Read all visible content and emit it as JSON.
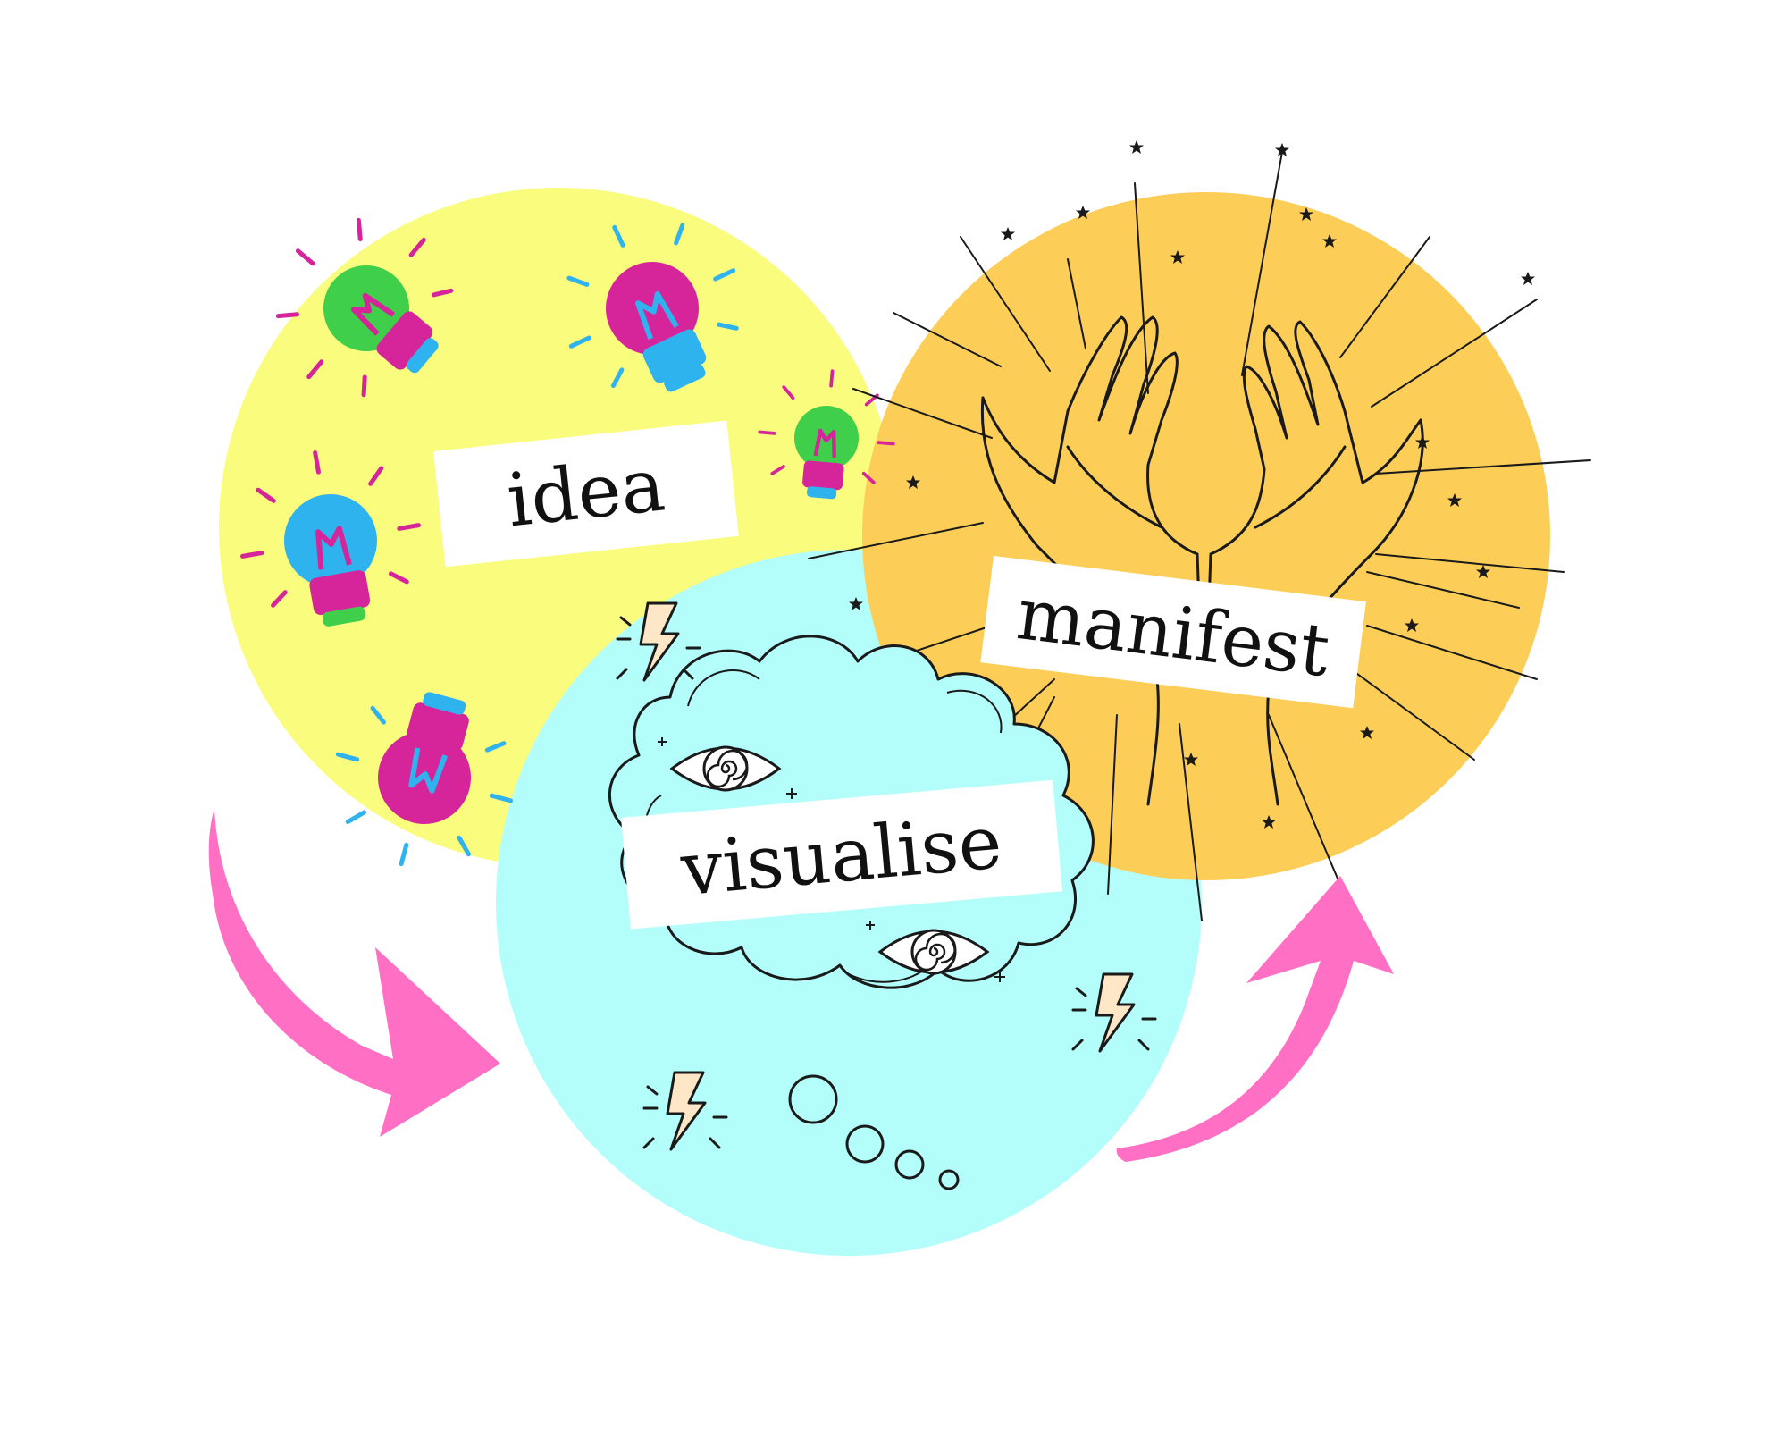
{
  "labels": {
    "idea": "idea",
    "visualise": "visualise",
    "manifest": "manifest"
  },
  "colors": {
    "background": "#ffffff",
    "idea_circle": "#fafc7e",
    "visualise_circle": "#b3fdfa",
    "manifest_circle": "#fdce57",
    "arrow": "#ff6fc4",
    "label_box": "#ffffff",
    "bulb_magenta": "#d6259b",
    "bulb_green": "#3fcf4a",
    "bulb_blue": "#2fb3ee",
    "line_ink": "#1a1a1a",
    "bolt_fill": "#fde7c6"
  },
  "icons": [
    "lightbulb-icon",
    "thought-cloud-icon",
    "hypnotic-eye-icon",
    "lightning-bolt-icon",
    "open-hands-icon",
    "star-icon",
    "curved-arrow-icon"
  ]
}
